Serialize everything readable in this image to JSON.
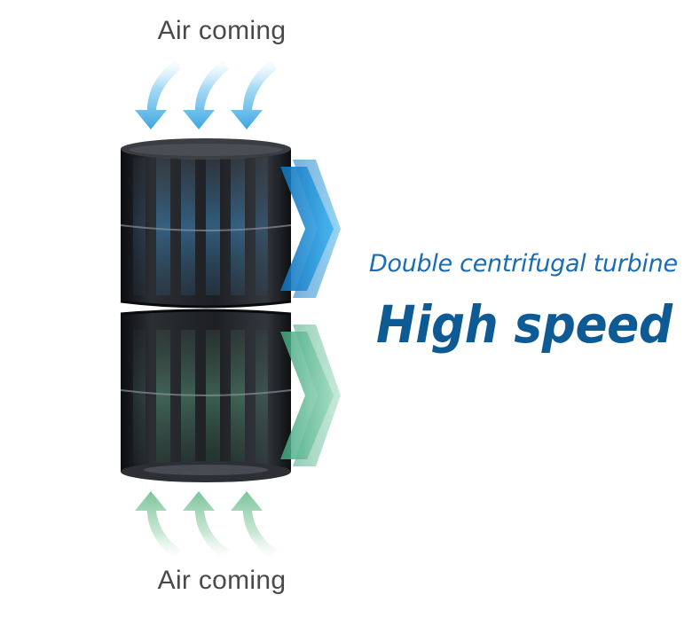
{
  "labels": {
    "air_top": "Air coming",
    "air_bottom": "Air coming",
    "subtitle": "Double centrifugal turbine",
    "headline": "High speed"
  },
  "colors": {
    "intake_top_arrow": "#5ab4e6",
    "intake_bottom_arrow": "#8ccca6",
    "outflow_top_arrow": "#1a8fd6",
    "outflow_bottom_arrow": "#4fb08a",
    "turbine_body": "#1e2023",
    "subtitle_text": "#1a6cb3",
    "headline_text": "#0e5a94"
  },
  "icons": {
    "intake_top": "curved-down-arrow-icon",
    "intake_bottom": "curved-up-arrow-icon",
    "outflow": "right-chevron-arrow-icon",
    "turbine": "centrifugal-turbine-icon"
  }
}
